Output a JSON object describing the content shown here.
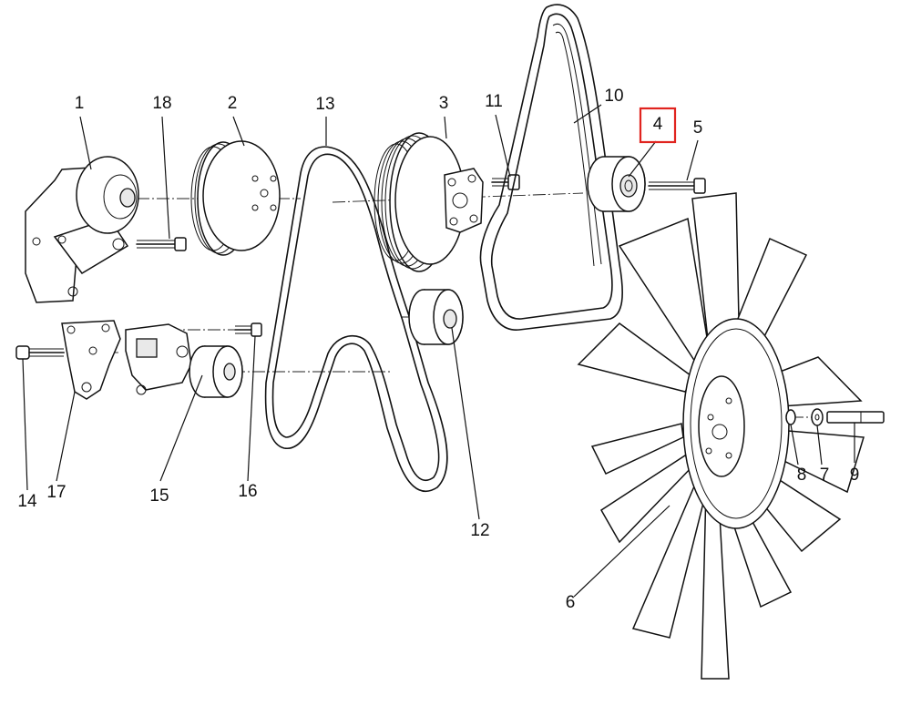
{
  "highlight": {
    "part": "4",
    "color": "#e0241f"
  },
  "callouts": [
    {
      "id": "c1",
      "label": "1"
    },
    {
      "id": "c2",
      "label": "2"
    },
    {
      "id": "c3",
      "label": "3"
    },
    {
      "id": "c4",
      "label": "4"
    },
    {
      "id": "c5",
      "label": "5"
    },
    {
      "id": "c6",
      "label": "6"
    },
    {
      "id": "c7",
      "label": "7"
    },
    {
      "id": "c8",
      "label": "8"
    },
    {
      "id": "c9",
      "label": "9"
    },
    {
      "id": "c10",
      "label": "10"
    },
    {
      "id": "c11",
      "label": "11"
    },
    {
      "id": "c12",
      "label": "12"
    },
    {
      "id": "c13",
      "label": "13"
    },
    {
      "id": "c14",
      "label": "14"
    },
    {
      "id": "c15",
      "label": "15"
    },
    {
      "id": "c16",
      "label": "16"
    },
    {
      "id": "c17",
      "label": "17"
    },
    {
      "id": "c18",
      "label": "18"
    }
  ]
}
